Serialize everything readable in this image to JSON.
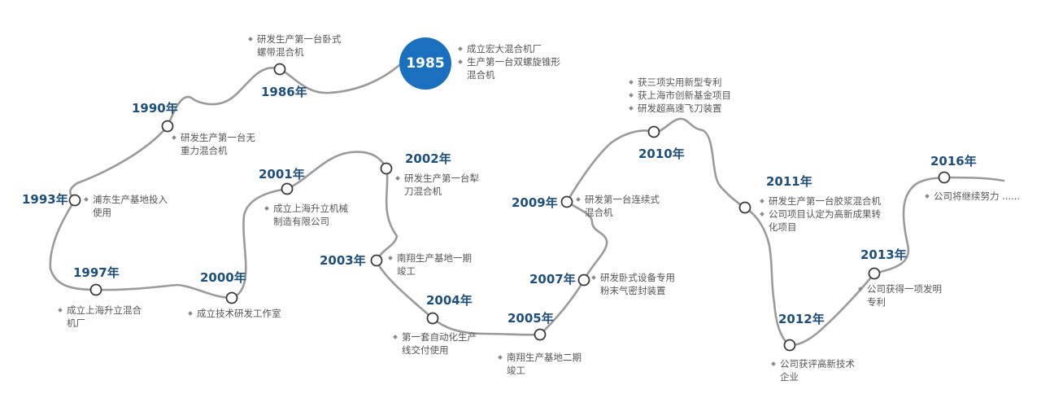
{
  "colors": {
    "path": "#9a9a9a",
    "accent": "#1a70bf",
    "year": "#1c4f7c",
    "text": "#555555"
  },
  "milestones": [
    {
      "id": "1985",
      "label": "1985",
      "items": [
        "成立宏大混合机厂",
        "生产第一台双螺旋锥形\n混合机"
      ]
    },
    {
      "id": "1986",
      "label": "1986年",
      "items": [
        "研发生产第一台卧式\n螺带混合机"
      ]
    },
    {
      "id": "1990",
      "label": "1990年",
      "items": [
        "研发生产第一台无\n重力混合机"
      ]
    },
    {
      "id": "1993",
      "label": "1993年",
      "items": [
        "浦东生产基地投入\n使用"
      ]
    },
    {
      "id": "1997",
      "label": "1997年",
      "items": [
        "成立上海升立混合\n机厂"
      ]
    },
    {
      "id": "2000",
      "label": "2000年",
      "items": [
        "成立技术研发工作室"
      ]
    },
    {
      "id": "2001",
      "label": "2001年",
      "items": [
        "成立上海升立机械\n制造有限公司"
      ]
    },
    {
      "id": "2002",
      "label": "2002年",
      "items": [
        "研发生产第一台犁\n刀混合机"
      ]
    },
    {
      "id": "2003",
      "label": "2003年",
      "items": [
        "南翔生产基地一期\n竣工"
      ]
    },
    {
      "id": "2004",
      "label": "2004年",
      "items": [
        "第一套自动化生产\n线交付使用"
      ]
    },
    {
      "id": "2005",
      "label": "2005年",
      "items": [
        "南翔生产基地二期\n竣工"
      ]
    },
    {
      "id": "2007",
      "label": "2007年",
      "items": [
        "研发卧式设备专用\n粉末气密封装置"
      ]
    },
    {
      "id": "2009",
      "label": "2009年",
      "items": [
        "研发第一台连续式\n混合机"
      ]
    },
    {
      "id": "2010",
      "label": "2010年",
      "items": [
        "获三项实用新型专利",
        "获上海市创新基金项目",
        "研发超高速飞刀装置"
      ]
    },
    {
      "id": "2011",
      "label": "2011年",
      "items": [
        "研发生产第一台胶浆混合机",
        "公司项目认定为高新成果转\n化项目"
      ]
    },
    {
      "id": "2012",
      "label": "2012年",
      "items": [
        "公司获评高新技术\n企业"
      ]
    },
    {
      "id": "2013",
      "label": "2013年",
      "items": [
        "公司获得一项发明\n专利"
      ]
    },
    {
      "id": "2016",
      "label": "2016年",
      "items": [
        "公司将继续努力 ......"
      ]
    }
  ]
}
